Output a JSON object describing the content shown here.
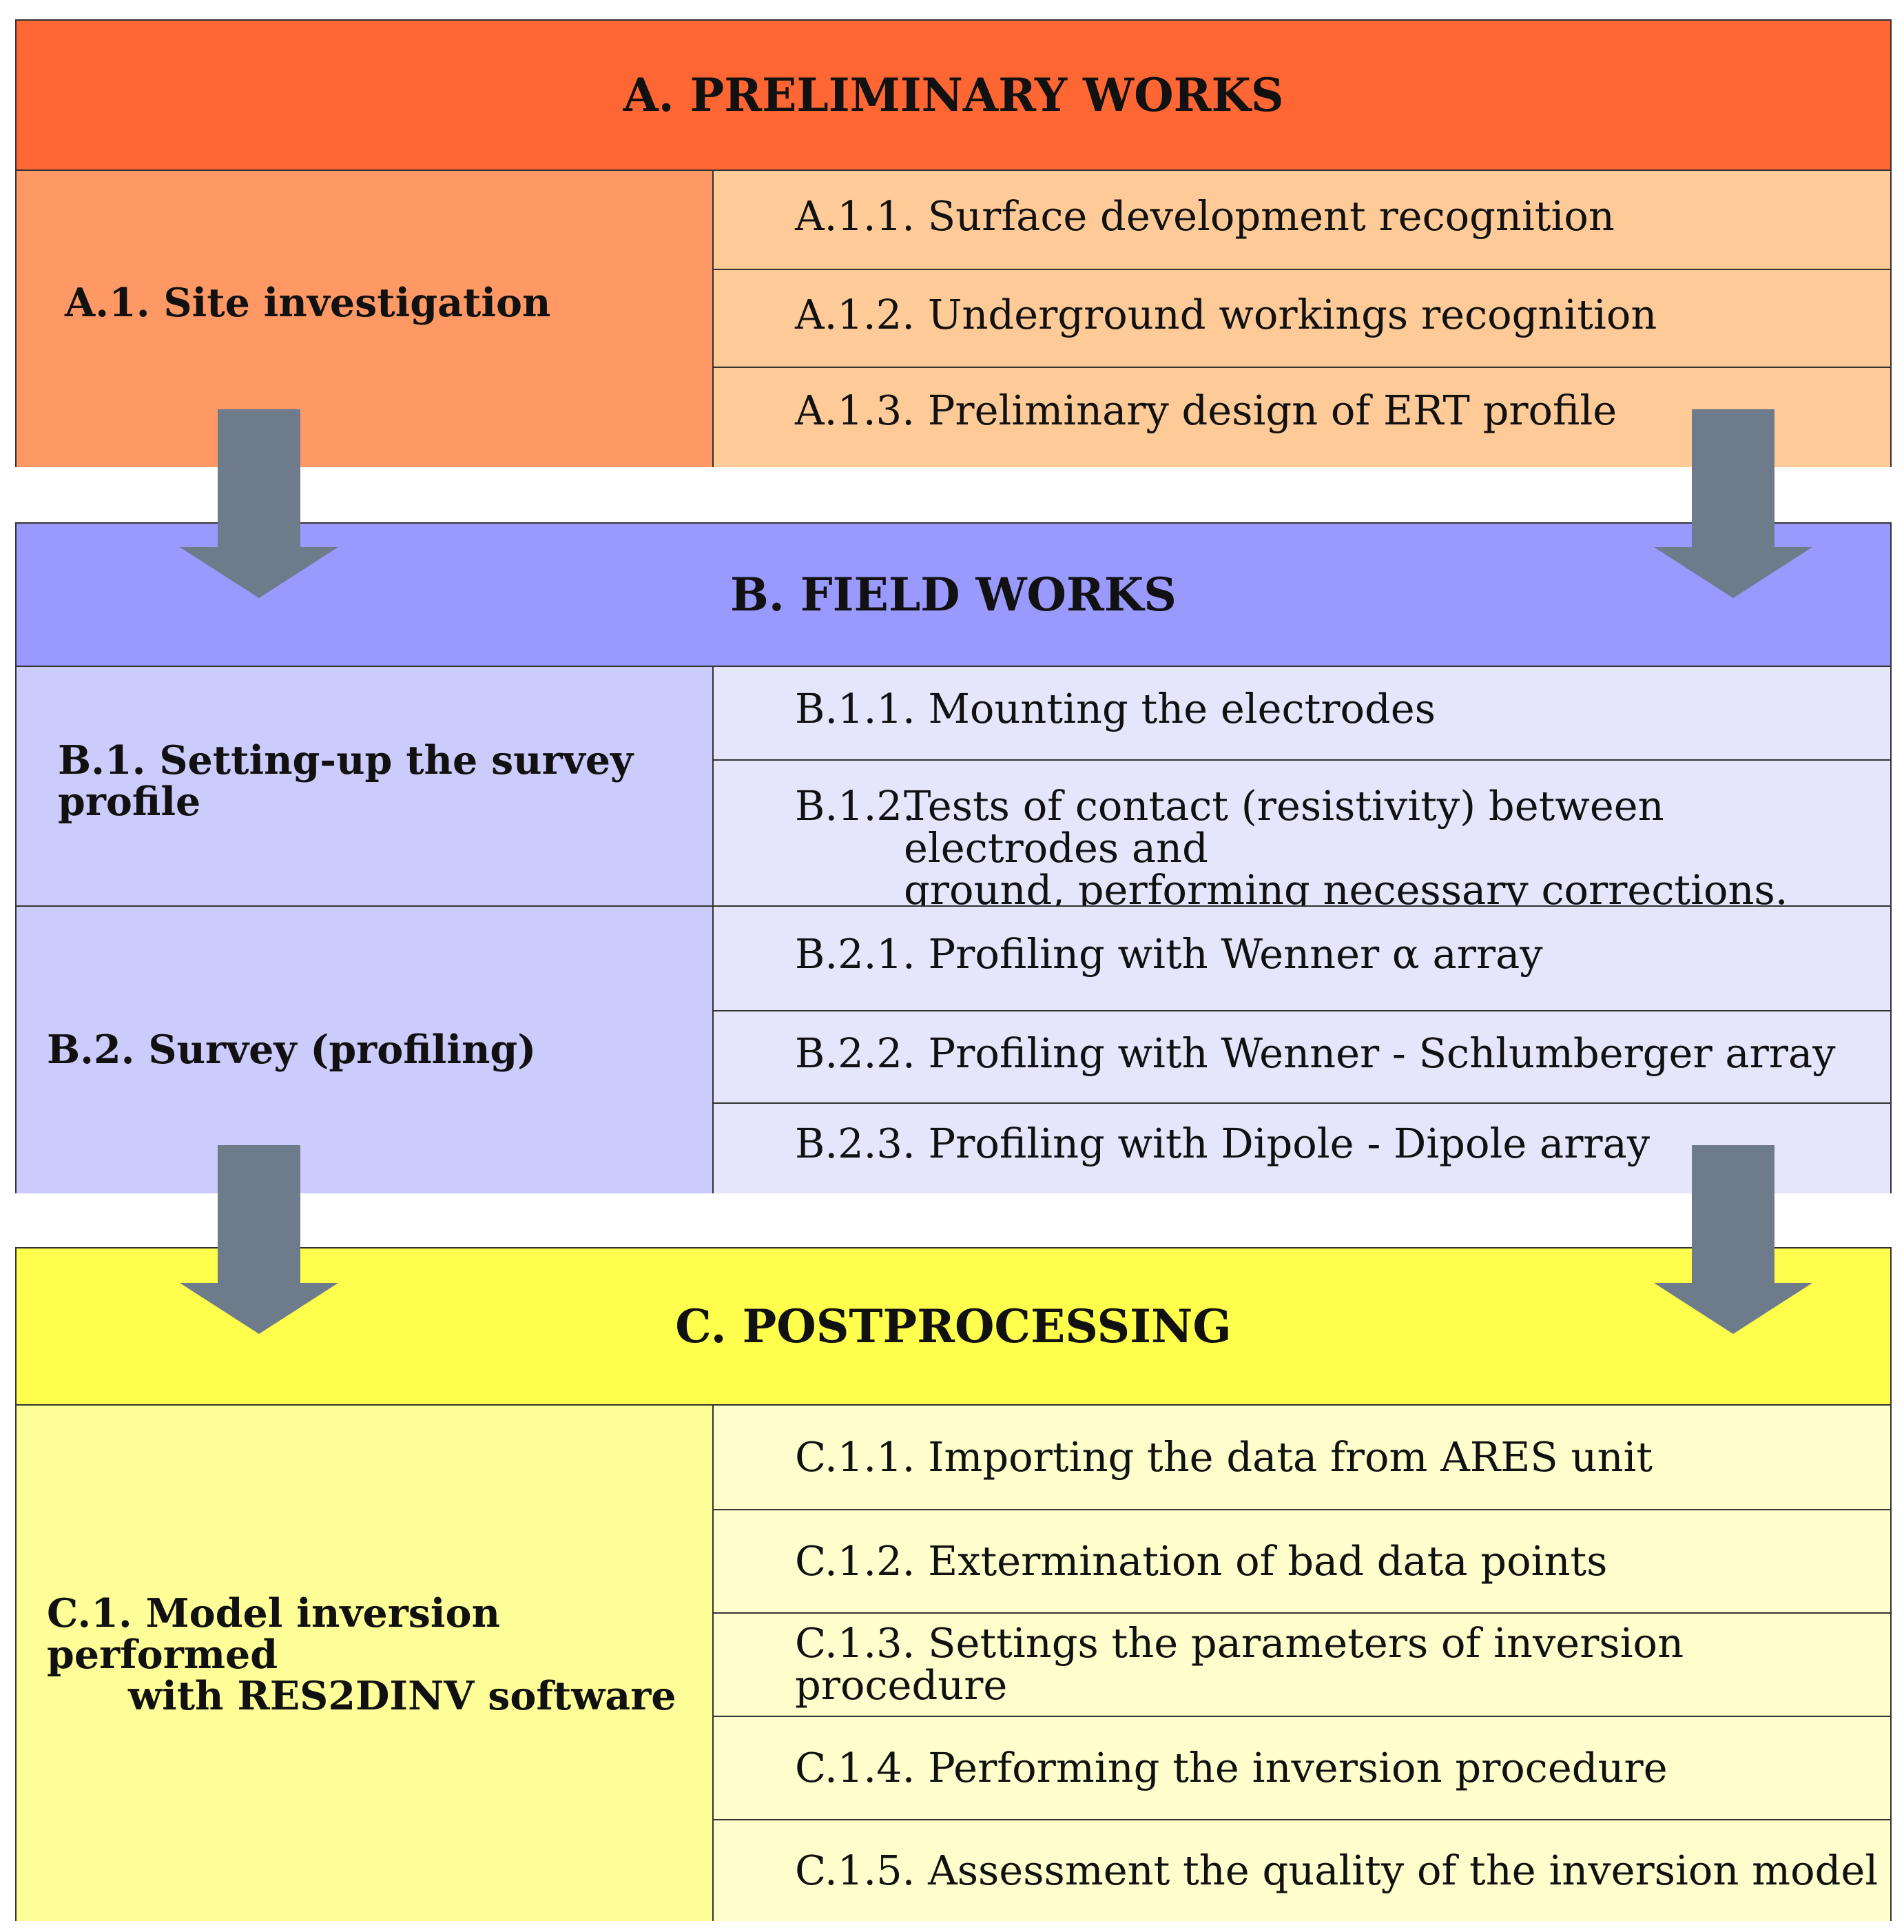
{
  "colors": {
    "a_header": "#fe6633",
    "a_left": "#fe9966",
    "a_right": "#fecb98",
    "b_header": "#9999fe",
    "b_left": "#cbcbfc",
    "b_right": "#e5e5fc",
    "c_header": "#fefe4c",
    "c_left": "#fefe99",
    "c_right": "#fefecc",
    "arrow": "#6e7b8b"
  },
  "section_a": {
    "title": "A. PRELIMINARY WORKS",
    "group_1": {
      "label": "A.1. Site investigation",
      "steps": [
        "A.1.1. Surface development recognition",
        "A.1.2. Underground workings recognition",
        "A.1.3. Preliminary design of ERT profile"
      ]
    }
  },
  "section_b": {
    "title": "B. FIELD WORKS",
    "group_1": {
      "label": "B.1. Setting-up the survey profile",
      "step_1": "B.1.1. Mounting the electrodes",
      "step_2_num": "B.1.2.",
      "step_2_line1": "Tests of contact (resistivity) between electrodes and",
      "step_2_line2": "ground, performing necessary corrections."
    },
    "group_2": {
      "label": "B.2. Survey (profiling)",
      "steps": [
        "B.2.1. Profiling with Wenner α array",
        "B.2.2. Profiling with Wenner - Schlumberger array",
        "B.2.3. Profiling with Dipole - Dipole array"
      ]
    }
  },
  "section_c": {
    "title": "C. POSTPROCESSING",
    "group_1": {
      "label_line1": "C.1. Model inversion performed",
      "label_line2": "with RES2DINV software",
      "steps": [
        "C.1.1. Importing the data from ARES unit",
        "C.1.2. Extermination of bad data points",
        "C.1.3. Settings the parameters of inversion procedure",
        "C.1.4. Performing the inversion procedure",
        "C.1.5. Assessment the quality of the inversion model"
      ]
    }
  }
}
